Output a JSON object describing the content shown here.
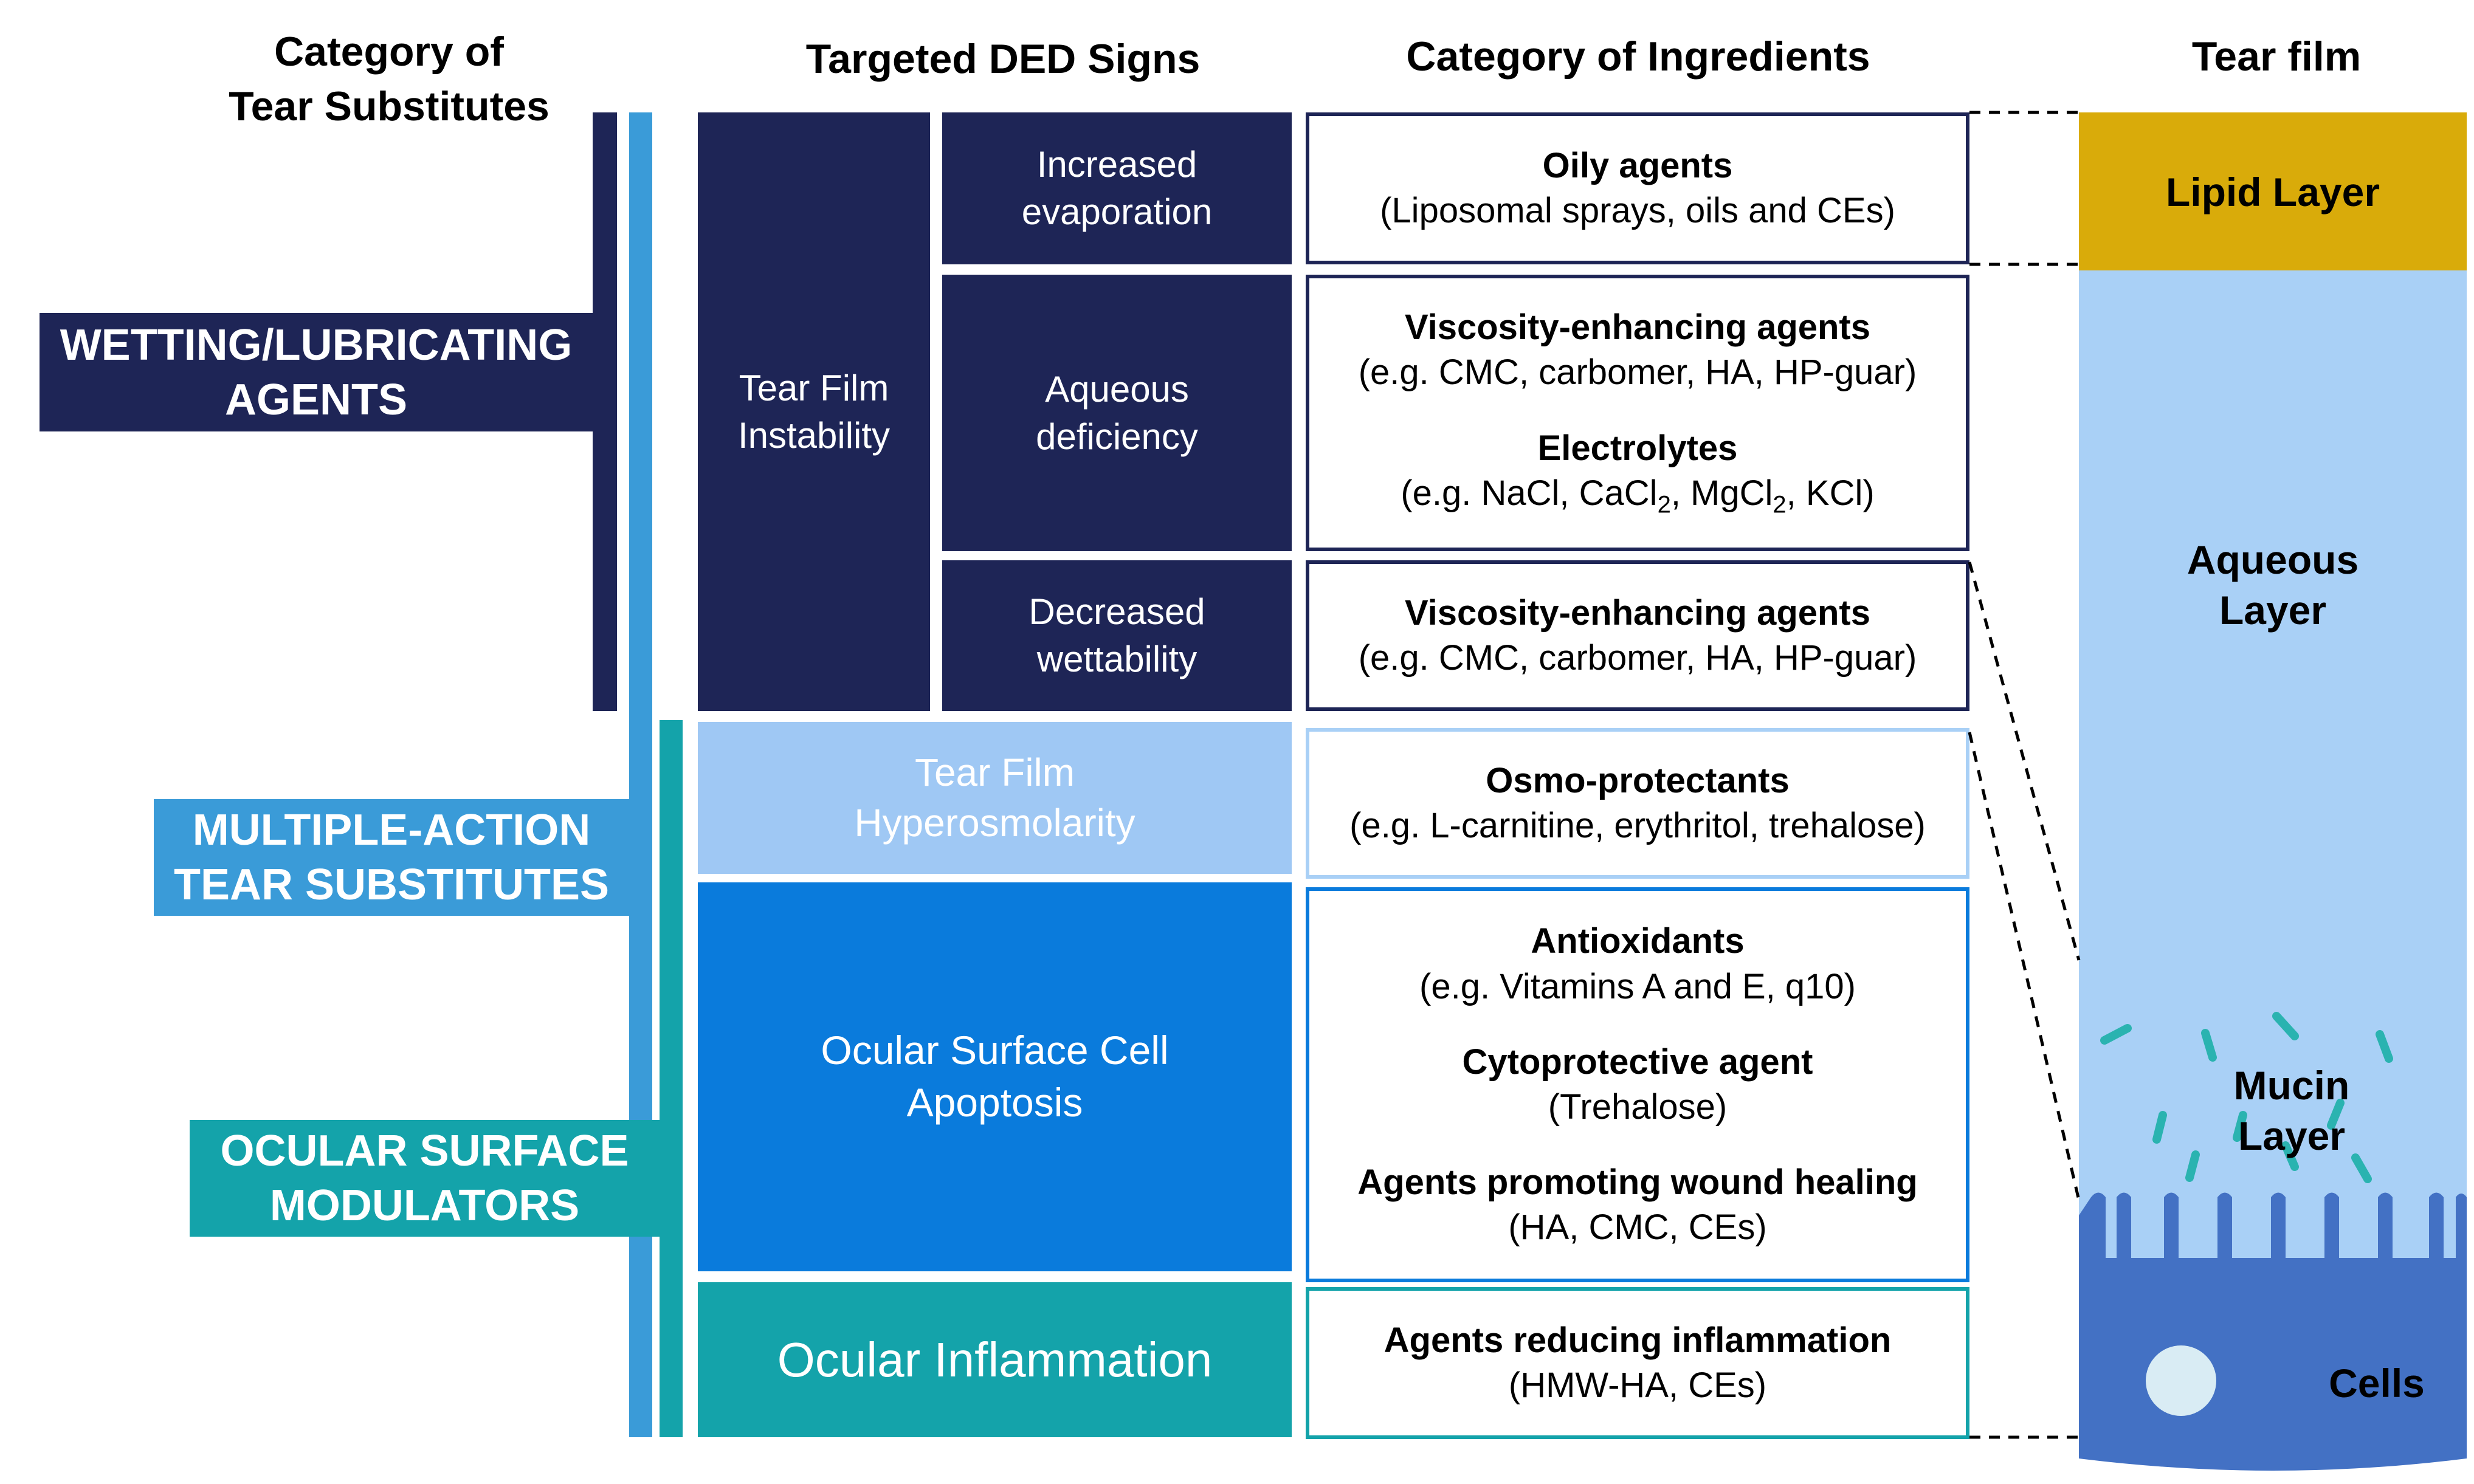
{
  "headers": {
    "category_line1": "Category of",
    "category_line2": "Tear Substitutes",
    "signs": "Targeted DED Signs",
    "ingredients": "Category of Ingredients",
    "tearfilm": "Tear film"
  },
  "categories": {
    "wetting_line1": "WETTING/LUBRICATING",
    "wetting_line2": "AGENTS",
    "multiple_line1": "MULTIPLE-ACTION",
    "multiple_line2": "TEAR SUBSTITUTES",
    "ocular_line1": "OCULAR SURFACE",
    "ocular_line2": "MODULATORS"
  },
  "signs": {
    "instability_line1": "Tear Film",
    "instability_line2": "Instability",
    "evaporation_line1": "Increased",
    "evaporation_line2": "evaporation",
    "aqueous_line1": "Aqueous",
    "aqueous_line2": "deficiency",
    "wettability_line1": "Decreased",
    "wettability_line2": "wettability",
    "hyperosmolarity_line1": "Tear Film",
    "hyperosmolarity_line2": "Hyperosmolarity",
    "apoptosis_line1": "Ocular Surface Cell",
    "apoptosis_line2": "Apoptosis",
    "inflammation": "Ocular Inflammation"
  },
  "ingredients": {
    "oily_title": "Oily agents",
    "oily_desc": "(Liposomal sprays, oils and CEs)",
    "visc1_title": "Viscosity-enhancing agents",
    "visc1_desc": "(e.g. CMC, carbomer, HA, HP-guar)",
    "electrolytes_title": "Electrolytes",
    "electrolytes_desc_pre": "(e.g. NaCl, CaCl",
    "electrolytes_sub1": "2",
    "electrolytes_desc_mid": ", MgCl",
    "electrolytes_sub2": "2",
    "electrolytes_desc_post": ", KCl)",
    "visc2_title": "Viscosity-enhancing agents",
    "visc2_desc": "(e.g. CMC, carbomer, HA, HP-guar)",
    "osmo_title": "Osmo-protectants",
    "osmo_desc": "(e.g. L-carnitine, erythritol, trehalose)",
    "antiox_title": "Antioxidants",
    "antiox_desc": "(e.g. Vitamins A and E, q10)",
    "cyto_title": "Cytoprotective agent",
    "cyto_desc": "(Trehalose)",
    "wound_title": "Agents promoting wound healing",
    "wound_desc": "(HA, CMC, CEs)",
    "inflam_title": "Agents reducing inflammation",
    "inflam_desc": "(HMW-HA, CEs)"
  },
  "tear_film": {
    "lipid": "Lipid Layer",
    "aqueous_line1": "Aqueous",
    "aqueous_line2": "Layer",
    "mucin_line1": "Mucin",
    "mucin_line2": "Layer",
    "cells": "Cells"
  },
  "colors": {
    "navy": "#1e2556",
    "light_blue_bar": "#3a9bd8",
    "teal": "#14a3aa",
    "hyperosmolarity": "#9fc8f4",
    "apoptosis": "#0a7bdc",
    "aqueous_layer": "#a9d0f6",
    "lipid_layer": "#d9ab0a",
    "cells": "#4371c4",
    "mucin": "#2ab3b0"
  }
}
